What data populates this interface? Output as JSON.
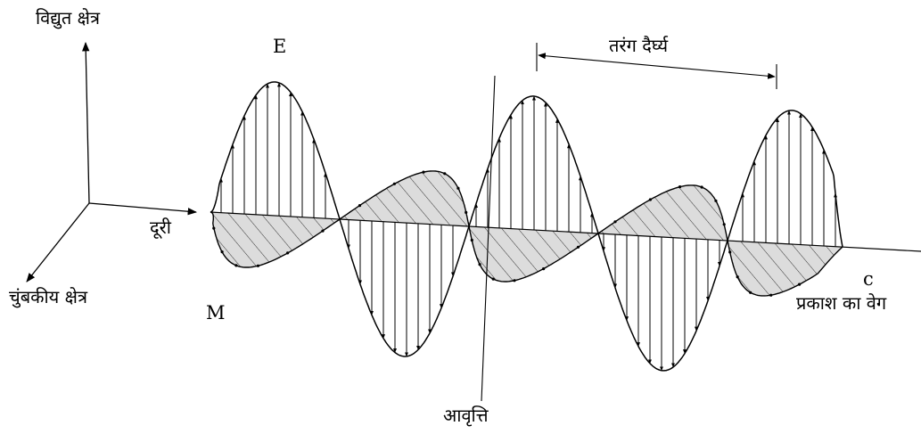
{
  "labels": {
    "electric_field": "विद्युत क्षेत्र",
    "magnetic_field": "चुंबकीय क्षेत्र",
    "distance": "दूरी",
    "wavelength": "तरंग दैर्घ्य",
    "frequency": "आवृत्ति",
    "speed_of_light": "प्रकाश का वेग",
    "E": "E",
    "M": "M",
    "c": "c"
  },
  "colors": {
    "stroke": "#000000",
    "magnetic_fill": "#dcdcdc"
  }
}
